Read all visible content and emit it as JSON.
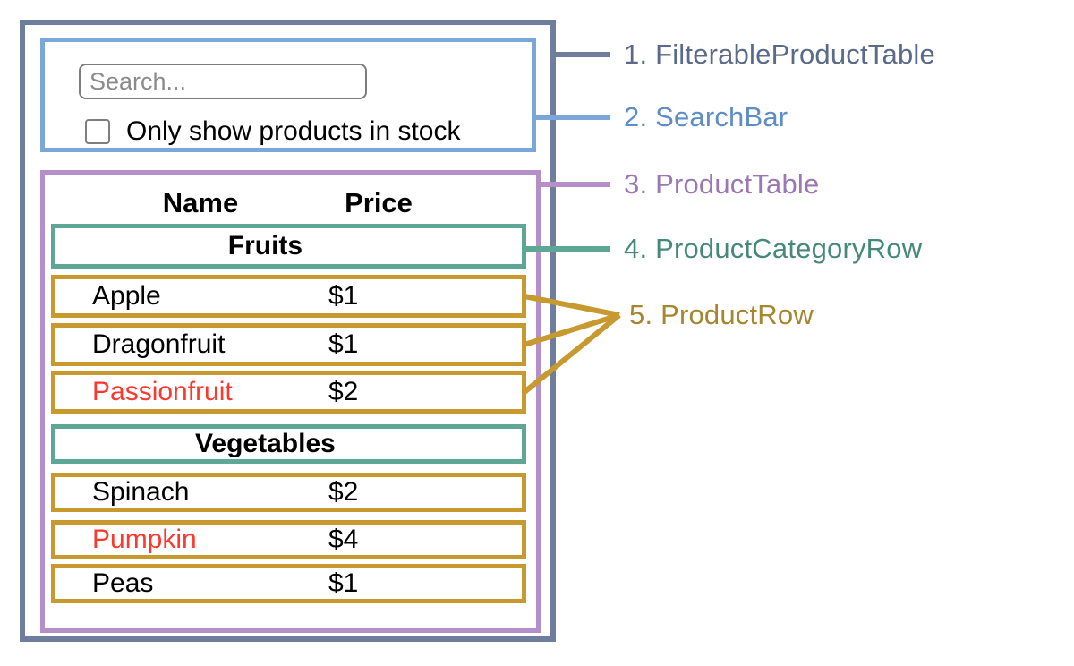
{
  "search_bar": {
    "input_placeholder": "Search...",
    "input_value": "",
    "checkbox_checked": false,
    "checkbox_label": "Only show products in stock"
  },
  "product_table": {
    "headers": [
      "Name",
      "Price"
    ],
    "sections": [
      {
        "category": "Fruits",
        "rows": [
          {
            "name": "Apple",
            "price": "$1",
            "highlighted": false
          },
          {
            "name": "Dragonfruit",
            "price": "$1",
            "highlighted": false
          },
          {
            "name": "Passionfruit",
            "price": "$2",
            "highlighted": true
          }
        ]
      },
      {
        "category": "Vegetables",
        "rows": [
          {
            "name": "Spinach",
            "price": "$2",
            "highlighted": false
          },
          {
            "name": "Pumpkin",
            "price": "$4",
            "highlighted": true
          },
          {
            "name": "Peas",
            "price": "$1",
            "highlighted": false
          }
        ]
      }
    ]
  },
  "legend": {
    "items": [
      {
        "label": "1. FilterableProductTable",
        "color": "#5b6a88"
      },
      {
        "label": "2. SearchBar",
        "color": "#5e8cc8"
      },
      {
        "label": "3. ProductTable",
        "color": "#9b77b3"
      },
      {
        "label": "4. ProductCategoryRow",
        "color": "#46897b"
      },
      {
        "label": "5. ProductRow",
        "color": "#a8852f"
      }
    ]
  },
  "colors": {
    "filterable_product_table_border": "#6f7e9c",
    "search_bar_border": "#7aa7da",
    "product_table_border": "#b48fc9",
    "product_category_row_border": "#5ea797",
    "product_row_border": "#c8992f",
    "highlighted_product_text": "#fb382c"
  }
}
